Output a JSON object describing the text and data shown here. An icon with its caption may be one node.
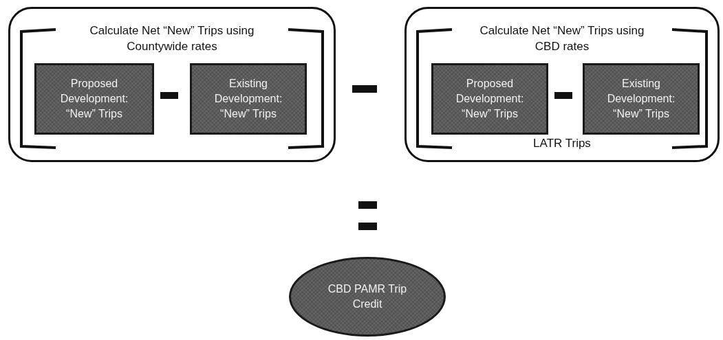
{
  "diagram": {
    "nodes": [
      {
        "text": [
          "Calculate Net “New” Trips using Countywide rates"
        ]
      },
      {
        "text": [
          "Proposed Development: “New” Trips"
        ],
        "in": 0
      },
      {
        "text": [
          "Existing Development: “New” Trips"
        ],
        "in": 0
      },
      {
        "text": [
          "Calculate Net “New” Trips using CBD rates",
          "LATR Trips"
        ]
      },
      {
        "text": [
          "Proposed Development: “New” Trips"
        ],
        "in": 3
      },
      {
        "text": [
          "Existing Development: “New” Trips"
        ],
        "in": 3
      },
      {
        "text": [
          "CBD PAMR Trip Credit"
        ]
      }
    ]
  }
}
